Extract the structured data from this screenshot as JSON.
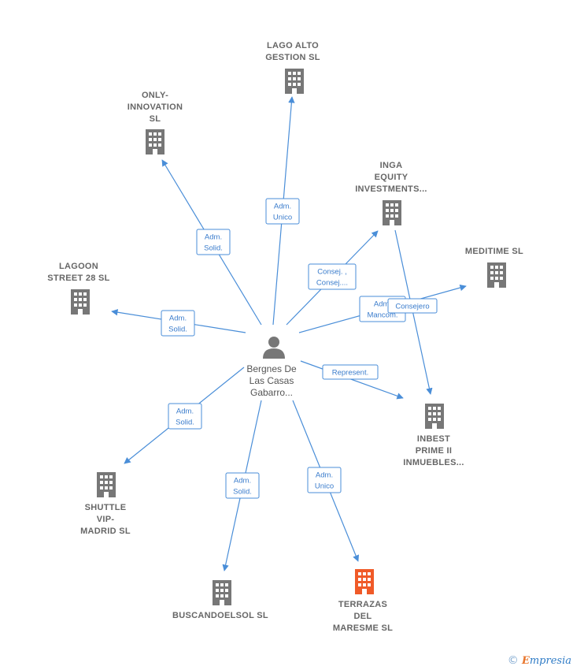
{
  "center": {
    "name": "center",
    "label": [
      "Bergnes De",
      "Las Casas",
      "Gabarro..."
    ]
  },
  "companies": [
    {
      "name": "lago-alto",
      "label": [
        "LAGO ALTO",
        "GESTION  SL"
      ],
      "color": "#777777"
    },
    {
      "name": "only-innovation",
      "label": [
        "ONLY-",
        "INNOVATION",
        "SL"
      ],
      "color": "#777777"
    },
    {
      "name": "inga-equity",
      "label": [
        "INGA",
        "EQUITY",
        "INVESTMENTS..."
      ],
      "color": "#777777"
    },
    {
      "name": "meditime",
      "label": [
        "MEDITIME SL"
      ],
      "color": "#777777"
    },
    {
      "name": "lagoon-street",
      "label": [
        "LAGOON",
        "STREET 28  SL"
      ],
      "color": "#777777"
    },
    {
      "name": "inbest-prime",
      "label": [
        "INBEST",
        "PRIME II",
        "INMUEBLES..."
      ],
      "color": "#777777"
    },
    {
      "name": "shuttle-vip",
      "label": [
        "SHUTTLE",
        "VIP-",
        "MADRID SL"
      ],
      "color": "#777777"
    },
    {
      "name": "buscandoelsol",
      "label": [
        "BUSCANDOELSOL SL"
      ],
      "color": "#777777"
    },
    {
      "name": "terrazas-maresme",
      "label": [
        "TERRAZAS",
        "DEL",
        "MARESME  SL"
      ],
      "color": "#f05a28"
    }
  ],
  "edges": [
    {
      "name": "edge-lago-alto",
      "label": [
        "Adm.",
        "Unico"
      ]
    },
    {
      "name": "edge-only-innovation",
      "label": [
        "Adm.",
        "Solid."
      ]
    },
    {
      "name": "edge-inga-equity",
      "label": [
        "Consej. ,",
        "Consej...."
      ]
    },
    {
      "name": "edge-meditime",
      "label": [
        "Adm.",
        "Mancom."
      ]
    },
    {
      "name": "edge-inga-inbest",
      "label": [
        "Consejero"
      ]
    },
    {
      "name": "edge-lagoon",
      "label": [
        "Adm.",
        "Solid."
      ]
    },
    {
      "name": "edge-inbest",
      "label": [
        "Represent."
      ]
    },
    {
      "name": "edge-shuttle",
      "label": [
        "Adm.",
        "Solid."
      ]
    },
    {
      "name": "edge-buscandoelsol",
      "label": [
        "Adm.",
        "Solid."
      ]
    },
    {
      "name": "edge-terrazas",
      "label": [
        "Adm.",
        "Unico"
      ]
    }
  ],
  "colors": {
    "edge": "#4a8ed8",
    "building": "#777777",
    "highlight": "#f05a28",
    "person": "#777777"
  },
  "icons": {
    "company": "building-icon",
    "person": "person-icon"
  },
  "watermark": {
    "copyright": "©",
    "brand_initial": "E",
    "brand_rest": "mpresia"
  }
}
